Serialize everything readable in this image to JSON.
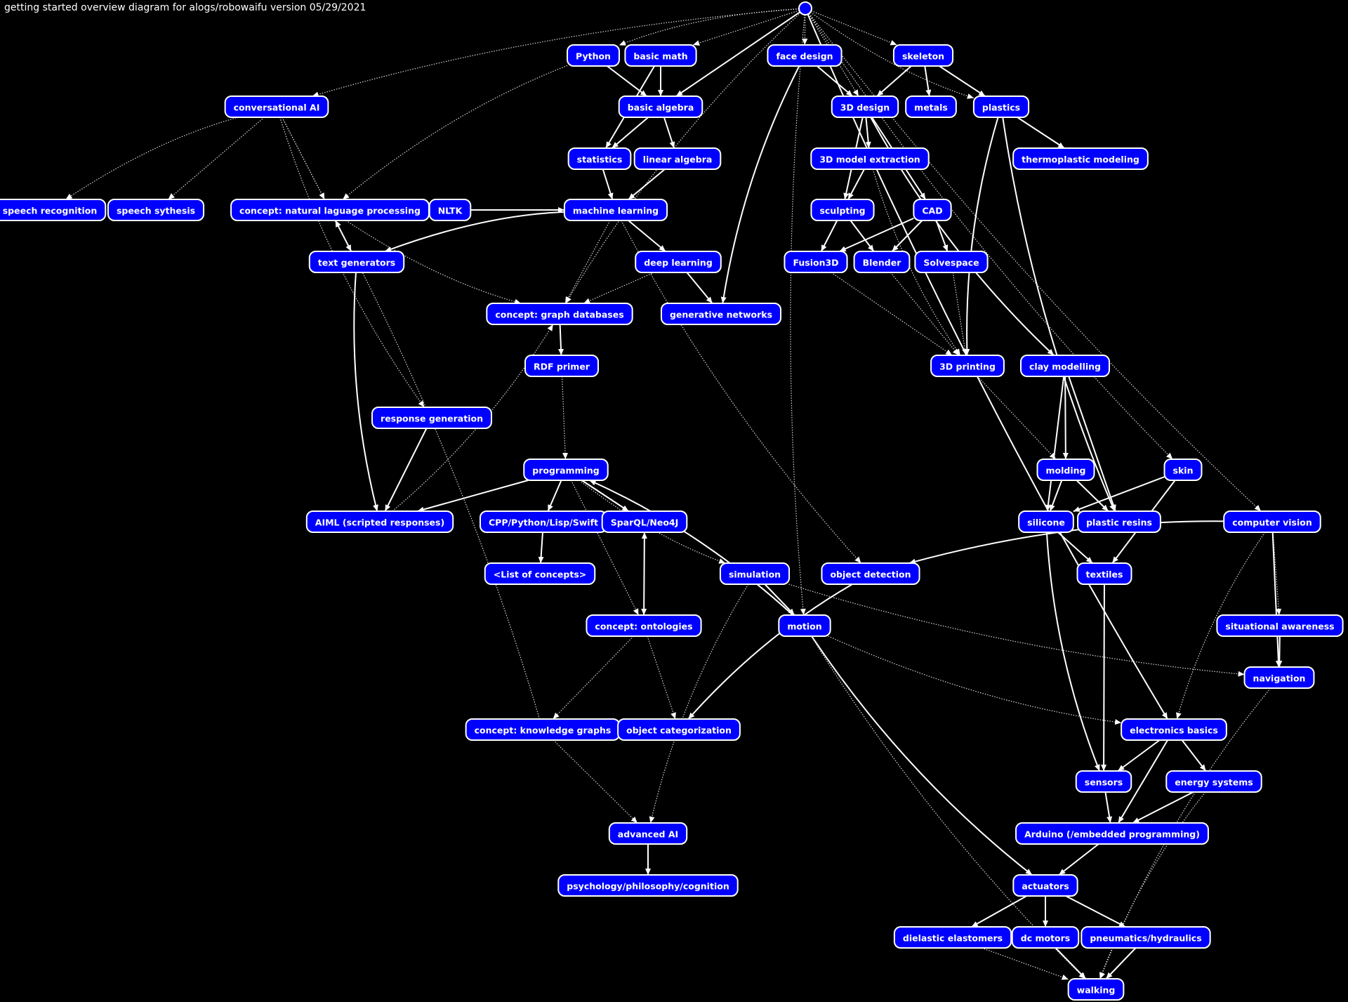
{
  "title": "getting started overview diagram for alogs/robowaifu version 05/29/2021",
  "colors": {
    "background": "#000000",
    "node_fill": "#0000ff",
    "node_border": "#ffffff",
    "edge": "#ffffff"
  },
  "nodes": [
    {
      "id": "root",
      "label": ""
    },
    {
      "id": "python",
      "label": "Python"
    },
    {
      "id": "basicmath",
      "label": "basic math"
    },
    {
      "id": "facedesign",
      "label": "face design"
    },
    {
      "id": "skeleton",
      "label": "skeleton"
    },
    {
      "id": "convai",
      "label": "conversational AI"
    },
    {
      "id": "basicalgebra",
      "label": "basic algebra"
    },
    {
      "id": "design3d",
      "label": "3D design"
    },
    {
      "id": "metals",
      "label": "metals"
    },
    {
      "id": "plastics",
      "label": "plastics"
    },
    {
      "id": "statistics",
      "label": "statistics"
    },
    {
      "id": "linalg",
      "label": "linear algebra"
    },
    {
      "id": "extraction",
      "label": "3D model extraction"
    },
    {
      "id": "thermo",
      "label": "thermoplastic modeling"
    },
    {
      "id": "speechrec",
      "label": "speech recognition"
    },
    {
      "id": "speechsyn",
      "label": "speech sythesis"
    },
    {
      "id": "nlp",
      "label": "concept: natural laguage processing"
    },
    {
      "id": "nltk",
      "label": "NLTK"
    },
    {
      "id": "ml",
      "label": "machine learning"
    },
    {
      "id": "sculpting",
      "label": "sculpting"
    },
    {
      "id": "cad",
      "label": "CAD"
    },
    {
      "id": "textgen",
      "label": "text generators"
    },
    {
      "id": "deeplearning",
      "label": "deep learning"
    },
    {
      "id": "fusion",
      "label": "Fusion3D"
    },
    {
      "id": "blender",
      "label": "Blender"
    },
    {
      "id": "solvespace",
      "label": "Solvespace"
    },
    {
      "id": "graphdb",
      "label": "concept: graph databases"
    },
    {
      "id": "gen",
      "label": "generative networks"
    },
    {
      "id": "rdf",
      "label": "RDF primer"
    },
    {
      "id": "printing",
      "label": "3D printing"
    },
    {
      "id": "clay",
      "label": "clay modelling"
    },
    {
      "id": "response",
      "label": "response generation"
    },
    {
      "id": "programming",
      "label": "programming"
    },
    {
      "id": "molding",
      "label": "molding"
    },
    {
      "id": "skin",
      "label": "skin"
    },
    {
      "id": "aiml",
      "label": "AIML (scripted responses)"
    },
    {
      "id": "cpp",
      "label": "CPP/Python/Lisp/Swift"
    },
    {
      "id": "sparql",
      "label": "SparQL/Neo4J"
    },
    {
      "id": "silicone",
      "label": "silicone"
    },
    {
      "id": "resins",
      "label": "plastic resins"
    },
    {
      "id": "cv",
      "label": "computer vision"
    },
    {
      "id": "concepts",
      "label": "<List of concepts>"
    },
    {
      "id": "simulation",
      "label": "simulation"
    },
    {
      "id": "objdet",
      "label": "object detection"
    },
    {
      "id": "textiles",
      "label": "textiles"
    },
    {
      "id": "ontologies",
      "label": "concept: ontologies"
    },
    {
      "id": "motion",
      "label": "motion"
    },
    {
      "id": "situational",
      "label": "situational awareness"
    },
    {
      "id": "navigation",
      "label": "navigation"
    },
    {
      "id": "kg",
      "label": "concept: knowledge graphs"
    },
    {
      "id": "objcat",
      "label": "object categorization"
    },
    {
      "id": "electronics",
      "label": "electronics basics"
    },
    {
      "id": "sensors",
      "label": "sensors"
    },
    {
      "id": "energy",
      "label": "energy systems"
    },
    {
      "id": "advancedai",
      "label": "advanced AI"
    },
    {
      "id": "arduino",
      "label": "Arduino (/embedded programming)"
    },
    {
      "id": "psych",
      "label": "psychology/philosophy/cognition"
    },
    {
      "id": "actuators",
      "label": "actuators"
    },
    {
      "id": "dielastic",
      "label": "dielastic elastomers"
    },
    {
      "id": "dcmotors",
      "label": "dc motors"
    },
    {
      "id": "pneumatics",
      "label": "pneumatics/hydraulics"
    },
    {
      "id": "walking",
      "label": "walking"
    }
  ],
  "edges": [
    {
      "from": "root",
      "to": "python",
      "style": "dotted"
    },
    {
      "from": "root",
      "to": "basicmath",
      "style": "dotted"
    },
    {
      "from": "root",
      "to": "facedesign",
      "style": "dotted"
    },
    {
      "from": "root",
      "to": "skeleton",
      "style": "dotted"
    },
    {
      "from": "root",
      "to": "convai",
      "style": "dotted"
    },
    {
      "from": "root",
      "to": "basicalgebra",
      "style": "solid"
    },
    {
      "from": "root",
      "to": "design3d",
      "style": "dotted"
    },
    {
      "from": "root",
      "to": "plastics",
      "style": "dotted"
    },
    {
      "from": "root",
      "to": "graphdb",
      "style": "dotted"
    },
    {
      "from": "root",
      "to": "motion",
      "style": "dotted"
    },
    {
      "from": "root",
      "to": "electronics",
      "style": "solid"
    },
    {
      "from": "root",
      "to": "skin",
      "style": "dotted"
    },
    {
      "from": "root",
      "to": "cv",
      "style": "dotted"
    },
    {
      "from": "python",
      "to": "basicalgebra",
      "style": "solid"
    },
    {
      "from": "python",
      "to": "nlp",
      "style": "dotted"
    },
    {
      "from": "basicmath",
      "to": "basicalgebra",
      "style": "solid"
    },
    {
      "from": "basicmath",
      "to": "statistics",
      "style": "solid"
    },
    {
      "from": "facedesign",
      "to": "design3d",
      "style": "solid"
    },
    {
      "from": "facedesign",
      "to": "gen",
      "style": "solid"
    },
    {
      "from": "skeleton",
      "to": "design3d",
      "style": "solid"
    },
    {
      "from": "skeleton",
      "to": "metals",
      "style": "solid"
    },
    {
      "from": "skeleton",
      "to": "plastics",
      "style": "solid"
    },
    {
      "from": "convai",
      "to": "speechrec",
      "style": "dotted"
    },
    {
      "from": "convai",
      "to": "speechsyn",
      "style": "dotted"
    },
    {
      "from": "convai",
      "to": "nlp",
      "style": "dotted"
    },
    {
      "from": "convai",
      "to": "textgen",
      "style": "dotted"
    },
    {
      "from": "convai",
      "to": "response",
      "style": "dotted"
    },
    {
      "from": "basicalgebra",
      "to": "statistics",
      "style": "solid"
    },
    {
      "from": "basicalgebra",
      "to": "linalg",
      "style": "solid"
    },
    {
      "from": "design3d",
      "to": "extraction",
      "style": "solid"
    },
    {
      "from": "design3d",
      "to": "sculpting",
      "style": "solid"
    },
    {
      "from": "design3d",
      "to": "cad",
      "style": "solid"
    },
    {
      "from": "design3d",
      "to": "clay",
      "style": "solid"
    },
    {
      "from": "plastics",
      "to": "thermo",
      "style": "solid"
    },
    {
      "from": "plastics",
      "to": "printing",
      "style": "solid"
    },
    {
      "from": "plastics",
      "to": "resins",
      "style": "solid"
    },
    {
      "from": "statistics",
      "to": "ml",
      "style": "solid"
    },
    {
      "from": "linalg",
      "to": "ml",
      "style": "solid"
    },
    {
      "from": "extraction",
      "to": "sculpting",
      "style": "solid"
    },
    {
      "from": "extraction",
      "to": "printing",
      "style": "dotted"
    },
    {
      "from": "nlp",
      "to": "nltk",
      "style": "solid"
    },
    {
      "from": "nlp",
      "to": "graphdb",
      "style": "dotted"
    },
    {
      "from": "nltk",
      "to": "ml",
      "style": "solid"
    },
    {
      "from": "ml",
      "to": "textgen",
      "style": "solid"
    },
    {
      "from": "ml",
      "to": "deeplearning",
      "style": "solid"
    },
    {
      "from": "ml",
      "to": "graphdb",
      "style": "dotted"
    },
    {
      "from": "ml",
      "to": "objdet",
      "style": "dotted"
    },
    {
      "from": "sculpting",
      "to": "fusion",
      "style": "solid"
    },
    {
      "from": "sculpting",
      "to": "blender",
      "style": "solid"
    },
    {
      "from": "cad",
      "to": "fusion",
      "style": "solid"
    },
    {
      "from": "cad",
      "to": "blender",
      "style": "solid"
    },
    {
      "from": "cad",
      "to": "solvespace",
      "style": "solid"
    },
    {
      "from": "textgen",
      "to": "nlp",
      "style": "solid"
    },
    {
      "from": "textgen",
      "to": "aiml",
      "style": "solid"
    },
    {
      "from": "deeplearning",
      "to": "gen",
      "style": "solid"
    },
    {
      "from": "deeplearning",
      "to": "graphdb",
      "style": "dotted"
    },
    {
      "from": "fusion",
      "to": "printing",
      "style": "dotted"
    },
    {
      "from": "blender",
      "to": "printing",
      "style": "dotted"
    },
    {
      "from": "solvespace",
      "to": "printing",
      "style": "dotted"
    },
    {
      "from": "graphdb",
      "to": "rdf",
      "style": "solid"
    },
    {
      "from": "rdf",
      "to": "programming",
      "style": "dotted"
    },
    {
      "from": "printing",
      "to": "molding",
      "style": "dotted"
    },
    {
      "from": "clay",
      "to": "molding",
      "style": "solid"
    },
    {
      "from": "clay",
      "to": "silicone",
      "style": "solid"
    },
    {
      "from": "clay",
      "to": "resins",
      "style": "solid"
    },
    {
      "from": "response",
      "to": "aiml",
      "style": "solid"
    },
    {
      "from": "aiml",
      "to": "graphdb",
      "style": "dotted"
    },
    {
      "from": "programming",
      "to": "aiml",
      "style": "solid"
    },
    {
      "from": "programming",
      "to": "cpp",
      "style": "solid"
    },
    {
      "from": "programming",
      "to": "sparql",
      "style": "solid"
    },
    {
      "from": "programming",
      "to": "simulation",
      "style": "dotted"
    },
    {
      "from": "programming",
      "to": "ontologies",
      "style": "dotted"
    },
    {
      "from": "molding",
      "to": "silicone",
      "style": "solid"
    },
    {
      "from": "molding",
      "to": "resins",
      "style": "solid"
    },
    {
      "from": "skin",
      "to": "silicone",
      "style": "solid"
    },
    {
      "from": "skin",
      "to": "textiles",
      "style": "solid"
    },
    {
      "from": "cpp",
      "to": "concepts",
      "style": "solid"
    },
    {
      "from": "sparql",
      "to": "ontologies",
      "style": "dotted"
    },
    {
      "from": "ontologies",
      "to": "sparql",
      "style": "solid"
    },
    {
      "from": "silicone",
      "to": "textiles",
      "style": "solid"
    },
    {
      "from": "silicone",
      "to": "sensors",
      "style": "solid"
    },
    {
      "from": "cv",
      "to": "objdet",
      "style": "solid"
    },
    {
      "from": "cv",
      "to": "situational",
      "style": "dotted"
    },
    {
      "from": "cv",
      "to": "navigation",
      "style": "solid"
    },
    {
      "from": "cv",
      "to": "electronics",
      "style": "dotted"
    },
    {
      "from": "simulation",
      "to": "motion",
      "style": "solid"
    },
    {
      "from": "simulation",
      "to": "navigation",
      "style": "dotted"
    },
    {
      "from": "simulation",
      "to": "advancedai",
      "style": "dotted"
    },
    {
      "from": "motion",
      "to": "programming",
      "style": "solid"
    },
    {
      "from": "motion",
      "to": "electronics",
      "style": "dotted"
    },
    {
      "from": "motion",
      "to": "actuators",
      "style": "solid"
    },
    {
      "from": "motion",
      "to": "walking",
      "style": "dotted"
    },
    {
      "from": "objdet",
      "to": "objcat",
      "style": "solid"
    },
    {
      "from": "textiles",
      "to": "sensors",
      "style": "solid"
    },
    {
      "from": "ontologies",
      "to": "kg",
      "style": "dotted"
    },
    {
      "from": "ontologies",
      "to": "objcat",
      "style": "dotted"
    },
    {
      "from": "situational",
      "to": "navigation",
      "style": "solid"
    },
    {
      "from": "navigation",
      "to": "walking",
      "style": "dotted"
    },
    {
      "from": "kg",
      "to": "nlp",
      "style": "dotted"
    },
    {
      "from": "kg",
      "to": "advancedai",
      "style": "dotted"
    },
    {
      "from": "electronics",
      "to": "sensors",
      "style": "solid"
    },
    {
      "from": "electronics",
      "to": "energy",
      "style": "solid"
    },
    {
      "from": "electronics",
      "to": "arduino",
      "style": "solid"
    },
    {
      "from": "sensors",
      "to": "arduino",
      "style": "solid"
    },
    {
      "from": "energy",
      "to": "arduino",
      "style": "solid"
    },
    {
      "from": "energy",
      "to": "walking",
      "style": "dotted"
    },
    {
      "from": "advancedai",
      "to": "psych",
      "style": "solid"
    },
    {
      "from": "arduino",
      "to": "actuators",
      "style": "solid"
    },
    {
      "from": "actuators",
      "to": "dielastic",
      "style": "solid"
    },
    {
      "from": "actuators",
      "to": "dcmotors",
      "style": "solid"
    },
    {
      "from": "actuators",
      "to": "pneumatics",
      "style": "solid"
    },
    {
      "from": "dielastic",
      "to": "walking",
      "style": "dotted"
    },
    {
      "from": "dcmotors",
      "to": "walking",
      "style": "solid"
    },
    {
      "from": "pneumatics",
      "to": "walking",
      "style": "solid"
    }
  ]
}
